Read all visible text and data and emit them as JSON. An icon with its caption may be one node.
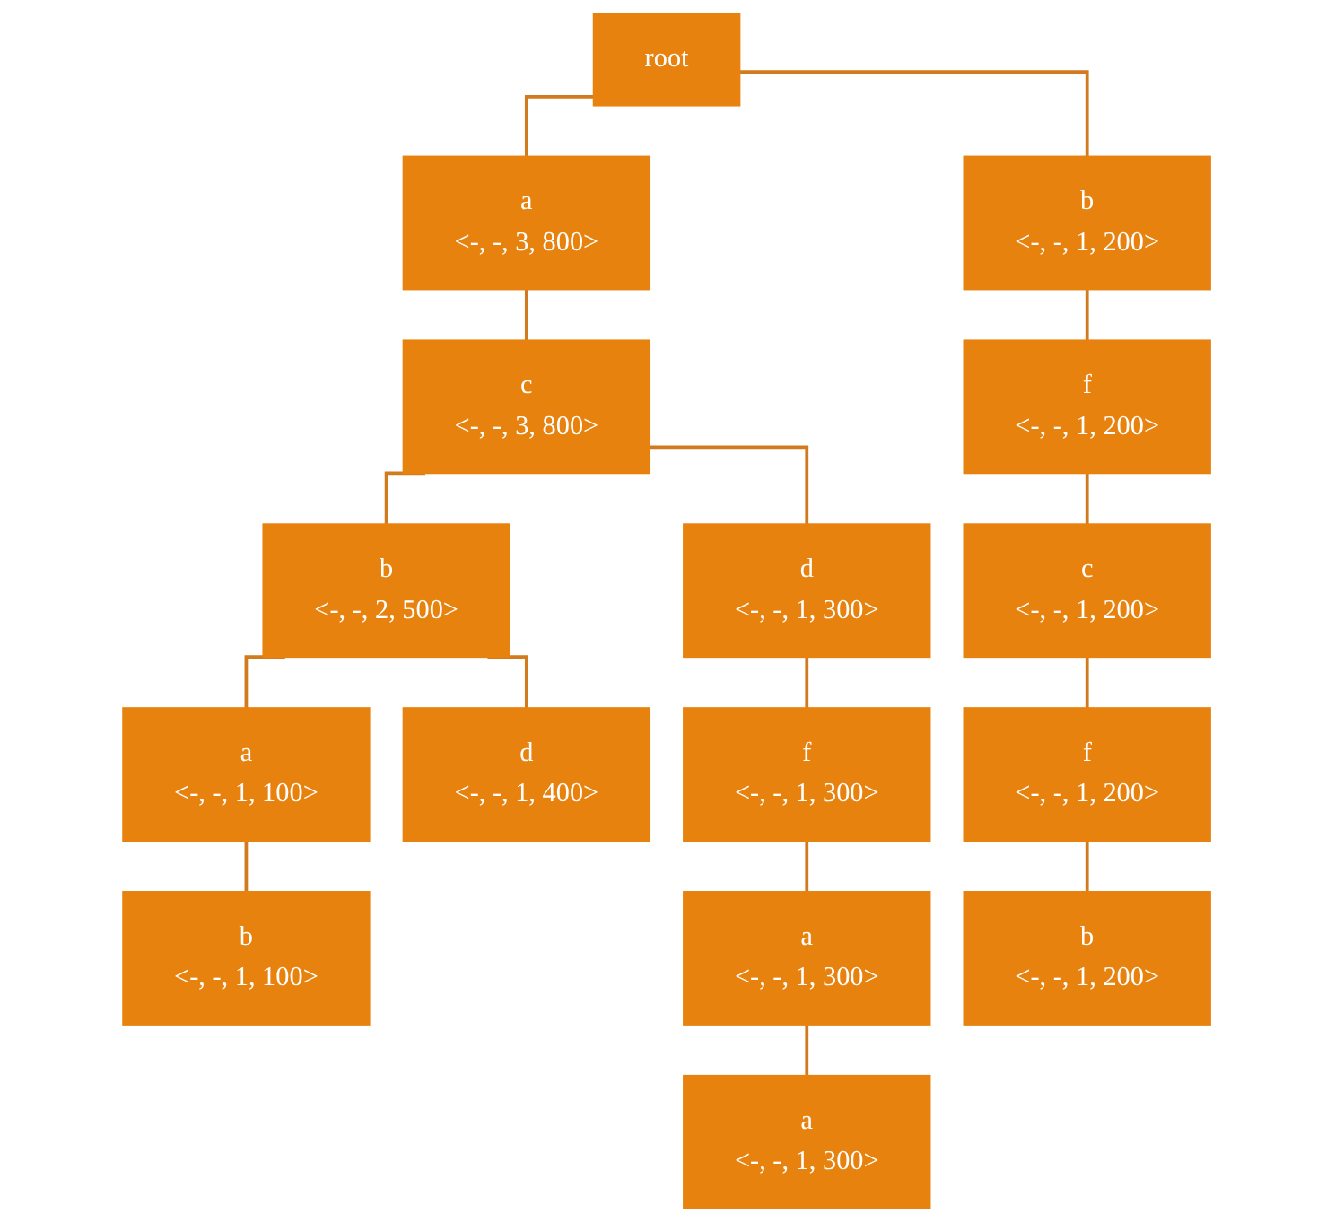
{
  "diagram": {
    "nodes": [
      {
        "text": [
          "root"
        ]
      },
      {
        "text": [
          "a",
          "<-, -, 3, 800>"
        ]
      },
      {
        "text": [
          "b",
          "<-, -, 1, 200>"
        ]
      },
      {
        "text": [
          "c",
          "<-, -, 3, 800>"
        ]
      },
      {
        "text": [
          "f",
          "<-, -, 1, 200>"
        ]
      },
      {
        "text": [
          "b",
          "<-, -, 2, 500>"
        ]
      },
      {
        "text": [
          "d",
          "<-, -, 1, 300>"
        ]
      },
      {
        "text": [
          "c",
          "<-, -, 1, 200>"
        ]
      },
      {
        "text": [
          "a",
          "<-, -, 1, 100>"
        ]
      },
      {
        "text": [
          "d",
          "<-, -, 1, 400>"
        ]
      },
      {
        "text": [
          "f",
          "<-, -, 1, 300>"
        ]
      },
      {
        "text": [
          "f",
          "<-, -, 1, 200>"
        ]
      },
      {
        "text": [
          "b",
          "<-, -, 1, 100>"
        ]
      },
      {
        "text": [
          "a",
          "<-, -, 1, 300>"
        ]
      },
      {
        "text": [
          "b",
          "<-, -, 1, 200>"
        ]
      },
      {
        "text": [
          "a",
          "<-, -, 1, 300>"
        ]
      }
    ],
    "edges": [
      {
        "from": 0,
        "to": 1,
        "arrow": "none"
      },
      {
        "from": 0,
        "to": 2,
        "arrow": "none"
      },
      {
        "from": 1,
        "to": 3,
        "arrow": "none"
      },
      {
        "from": 2,
        "to": 4,
        "arrow": "none"
      },
      {
        "from": 3,
        "to": 5,
        "arrow": "none"
      },
      {
        "from": 3,
        "to": 6,
        "arrow": "none"
      },
      {
        "from": 4,
        "to": 7,
        "arrow": "none"
      },
      {
        "from": 5,
        "to": 8,
        "arrow": "none"
      },
      {
        "from": 5,
        "to": 9,
        "arrow": "none"
      },
      {
        "from": 6,
        "to": 10,
        "arrow": "none"
      },
      {
        "from": 7,
        "to": 11,
        "arrow": "none"
      },
      {
        "from": 8,
        "to": 12,
        "arrow": "none"
      },
      {
        "from": 10,
        "to": 13,
        "arrow": "none"
      },
      {
        "from": 11,
        "to": 14,
        "arrow": "none"
      },
      {
        "from": 13,
        "to": 15,
        "arrow": "none"
      }
    ]
  }
}
